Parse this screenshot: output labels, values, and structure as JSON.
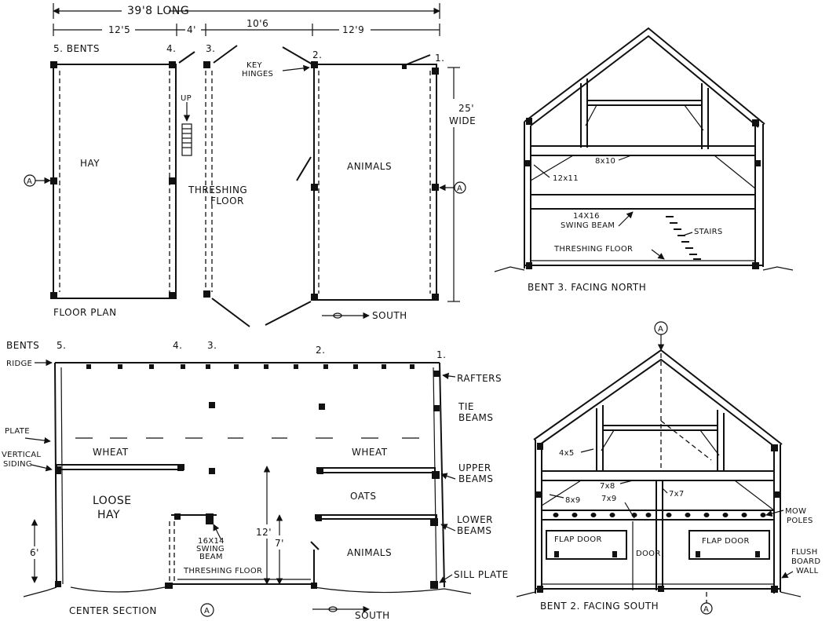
{
  "overall": {
    "length_label": "39'8 LONG"
  },
  "floor_plan": {
    "title": "FLOOR PLAN",
    "dims": {
      "bay5": "12'5",
      "bay4": "4'",
      "bay3": "10'6",
      "bay2": "12'9",
      "width": "25' WIDE"
    },
    "bents_label": "5. BENTS",
    "bent_numbers": {
      "b4": "4.",
      "b3": "3.",
      "b2": "2.",
      "b1": "1."
    },
    "key_hinges": "KEY HINGES",
    "up": "UP",
    "hay": "HAY",
    "threshing_floor": "THRESHING FLOOR",
    "animals": "ANIMALS",
    "section_mark": "A",
    "south": "SOUTH"
  },
  "bent3": {
    "title": "BENT 3. FACING NORTH",
    "labels": {
      "beam_8x10": "8x10",
      "beam_12x11": "12x11",
      "swing_beam": "14x16 SWING BEAM",
      "stairs": "STAIRS",
      "threshing_floor": "THRESHING FLOOR"
    }
  },
  "center_section": {
    "title": "CENTER SECTION",
    "section_mark": "A",
    "bents_label": "BENTS",
    "bent_numbers": {
      "b5": "5.",
      "b4": "4.",
      "b3": "3.",
      "b2": "2.",
      "b1": "1."
    },
    "left_labels": {
      "ridge": "RIDGE",
      "plate": "PLATE",
      "vertical_siding": "VERTICAL SIDING",
      "height_6": "6'"
    },
    "right_labels": {
      "rafters": "RAFTERS",
      "tie_beams": "TIE BEAMS",
      "upper_beams": "UPPER BEAMS",
      "lower_beams": "LOWER BEAMS",
      "sill_plate": "SILL PLATE"
    },
    "areas": {
      "wheat_left": "WHEAT",
      "wheat_right": "WHEAT",
      "loose_hay": "LOOSE HAY",
      "oats": "OATS",
      "animals": "ANIMALS",
      "threshing_floor": "THRESHING FLOOR",
      "swing_beam": "16x14 SWING BEAM"
    },
    "heights": {
      "h12": "12'",
      "h7": "7'"
    },
    "south": "SOUTH"
  },
  "bent2": {
    "title": "BENT 2. FACING SOUTH",
    "section_mark": "A",
    "labels": {
      "b4x5": "4x5",
      "b7x8": "7x8",
      "b7x9": "7x9",
      "b8x9": "8x9",
      "b7x7": "7x7",
      "mow_poles": "MOW POLES",
      "flap_door_left": "FLAP DOOR",
      "door": "DOOR",
      "flap_door_right": "FLAP DOOR",
      "flush_board_wall": "FLUSH BOARD WALL"
    }
  }
}
